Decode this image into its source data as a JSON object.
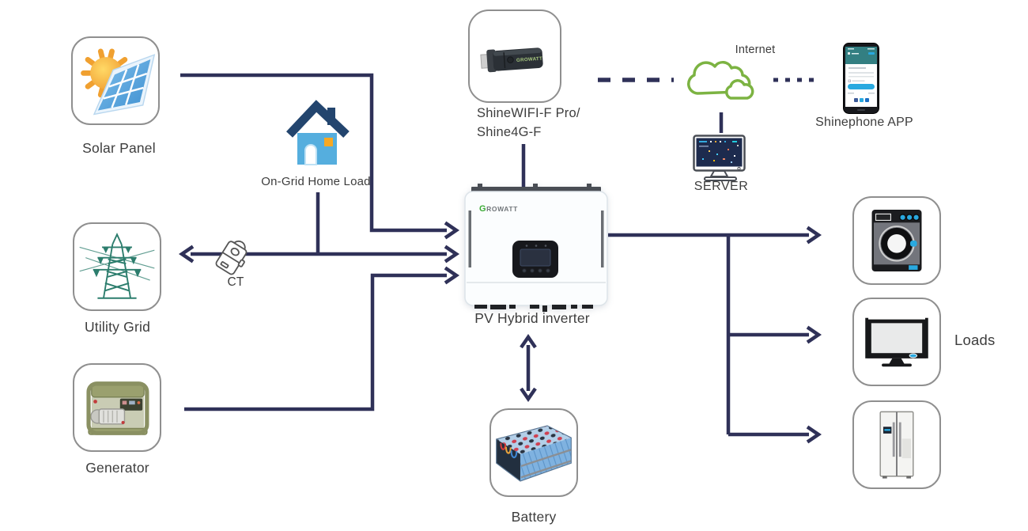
{
  "colors": {
    "connector_line": "#2f3158",
    "cloud_green": "#7cb342",
    "tower_teal": "#2c7d6d",
    "accent_blue": "#29a9e0",
    "growatt_green": "#3aaa35",
    "label_text": "#3d3d3d"
  },
  "nodes": {
    "solar_panel": {
      "label": "Solar Panel"
    },
    "home_load": {
      "label": "On-Grid Home Load"
    },
    "utility_grid": {
      "label": "Utility Grid"
    },
    "ct": {
      "label": "CT"
    },
    "generator": {
      "label": "Generator"
    },
    "wifi_module": {
      "label_line1": "ShineWIFI-F Pro/",
      "label_line2": "Shine4G-F",
      "brand": "GROWATT"
    },
    "inverter": {
      "label": "PV Hybrid inverter",
      "brand": "GROWATT"
    },
    "battery": {
      "label": "Battery"
    },
    "internet": {
      "label": "Internet"
    },
    "server": {
      "label": "SERVER"
    },
    "app": {
      "label": "Shinephone APP"
    },
    "loads": {
      "label": "Loads"
    }
  }
}
